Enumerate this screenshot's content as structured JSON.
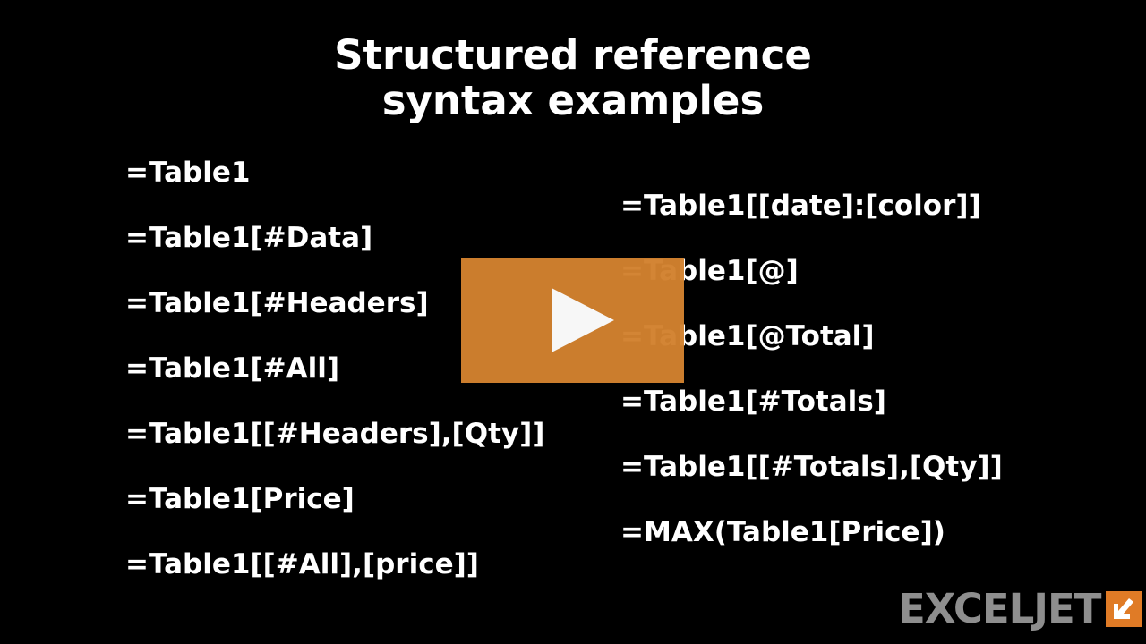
{
  "title": {
    "line1": "Structured reference",
    "line2": "syntax examples"
  },
  "left_column": [
    "=Table1",
    "=Table1[#Data]",
    "=Table1[#Headers]",
    "=Table1[#All]",
    "=Table1[[#Headers],[Qty]]",
    "=Table1[Price]",
    "=Table1[[#All],[price]]"
  ],
  "right_column": [
    "=Table1[[date]:[color]]",
    "=Table1[@]",
    "=Table1[@Total]",
    "=Table1[#Totals]",
    "=Table1[[#Totals],[Qty]]",
    "=MAX(Table1[Price])"
  ],
  "logo": {
    "text": "EXCELJET",
    "icon": "exceljet-arrow-icon"
  },
  "play": {
    "icon": "play-icon"
  },
  "colors": {
    "background": "#000000",
    "text": "#ffffff",
    "play_button": "#d2822f",
    "logo_text": "#8e8e8e",
    "logo_mark": "#e07b26"
  }
}
